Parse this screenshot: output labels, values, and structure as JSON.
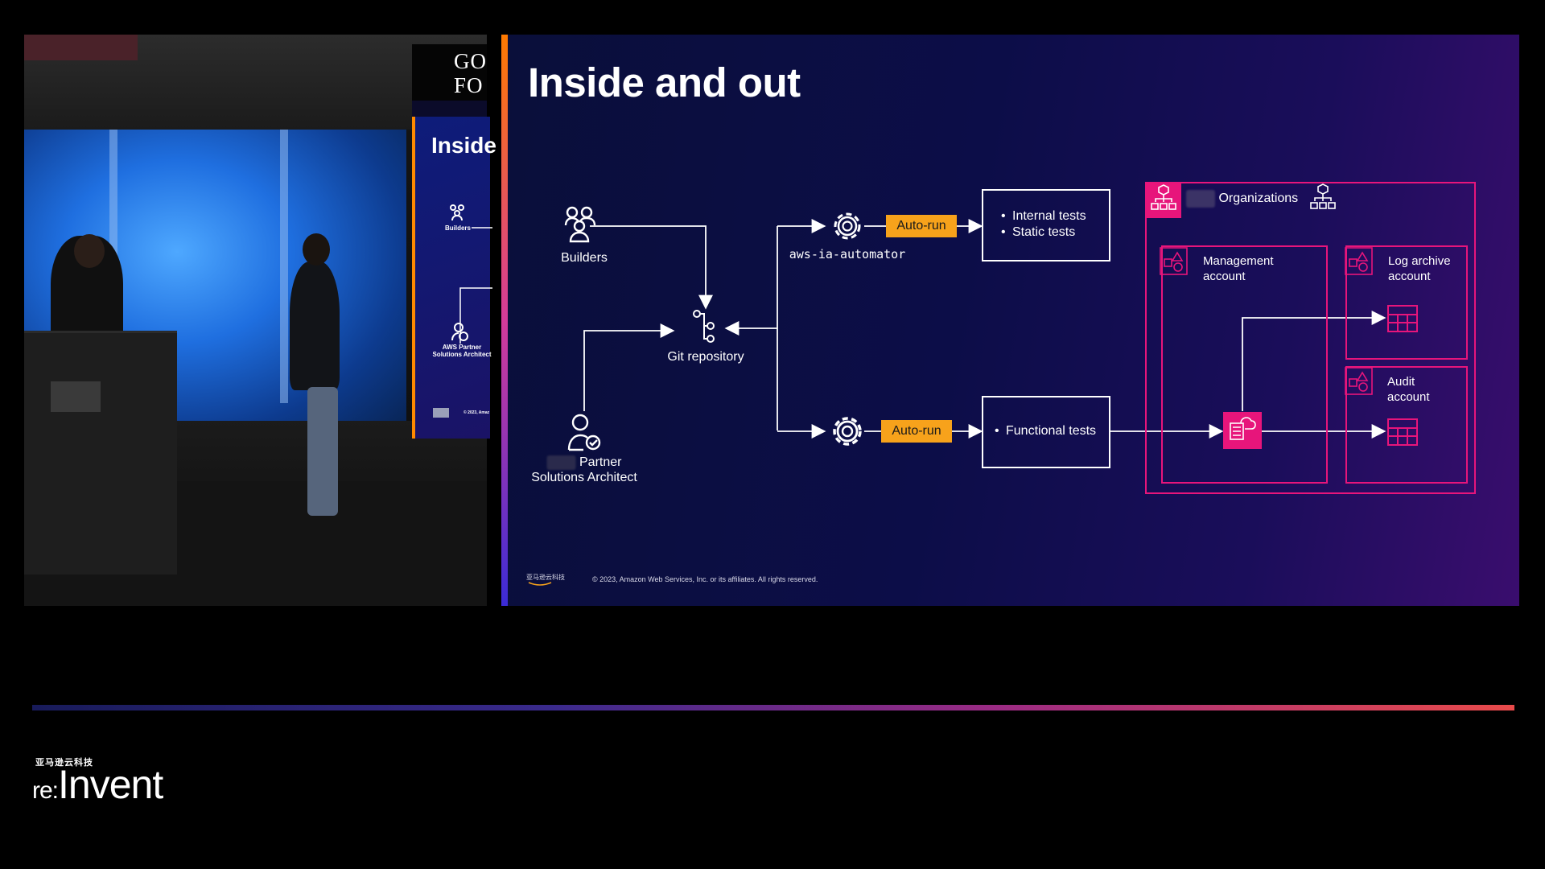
{
  "camera": {
    "screen_heading": "GO\nFO",
    "screen_slide_title": "Inside",
    "screen_builders": "Builders",
    "screen_partner": "AWS Partner\nSolutions Architect",
    "screen_copyright": "© 2023, Amaz"
  },
  "slide": {
    "title": "Inside and out",
    "builders_label": "Builders",
    "partner_label_line1": "Partner",
    "partner_label_line2": "Solutions Architect",
    "git_label": "Git repository",
    "automator_label": "aws-ia-automator",
    "autorun_top": "Auto-run",
    "autorun_bottom": "Auto-run",
    "tests_top": [
      "Internal tests",
      "Static tests"
    ],
    "tests_bottom": [
      "Functional tests"
    ],
    "organizations_label": "Organizations",
    "management_label": "Management\naccount",
    "log_archive_label": "Log archive\naccount",
    "audit_label": "Audit\naccount",
    "footer_logo_text": "亚马逊云科技",
    "copyright": "© 2023, Amazon Web Services, Inc. or its affiliates. All rights reserved."
  },
  "colors": {
    "autorun": "#f7a21b",
    "organizations_accent": "#e7157b",
    "progress_end": "#e84a4a"
  },
  "progress": {
    "fraction": 1.0
  },
  "brand": {
    "cn": "亚马逊云科技",
    "re": "re:",
    "invent": "Invent"
  },
  "icons": [
    "builders-icon",
    "partner-icon",
    "git-icon",
    "gear-icon",
    "gear-icon",
    "organizations-icon",
    "account-icon",
    "storage-icon",
    "cloud-workload-icon"
  ]
}
